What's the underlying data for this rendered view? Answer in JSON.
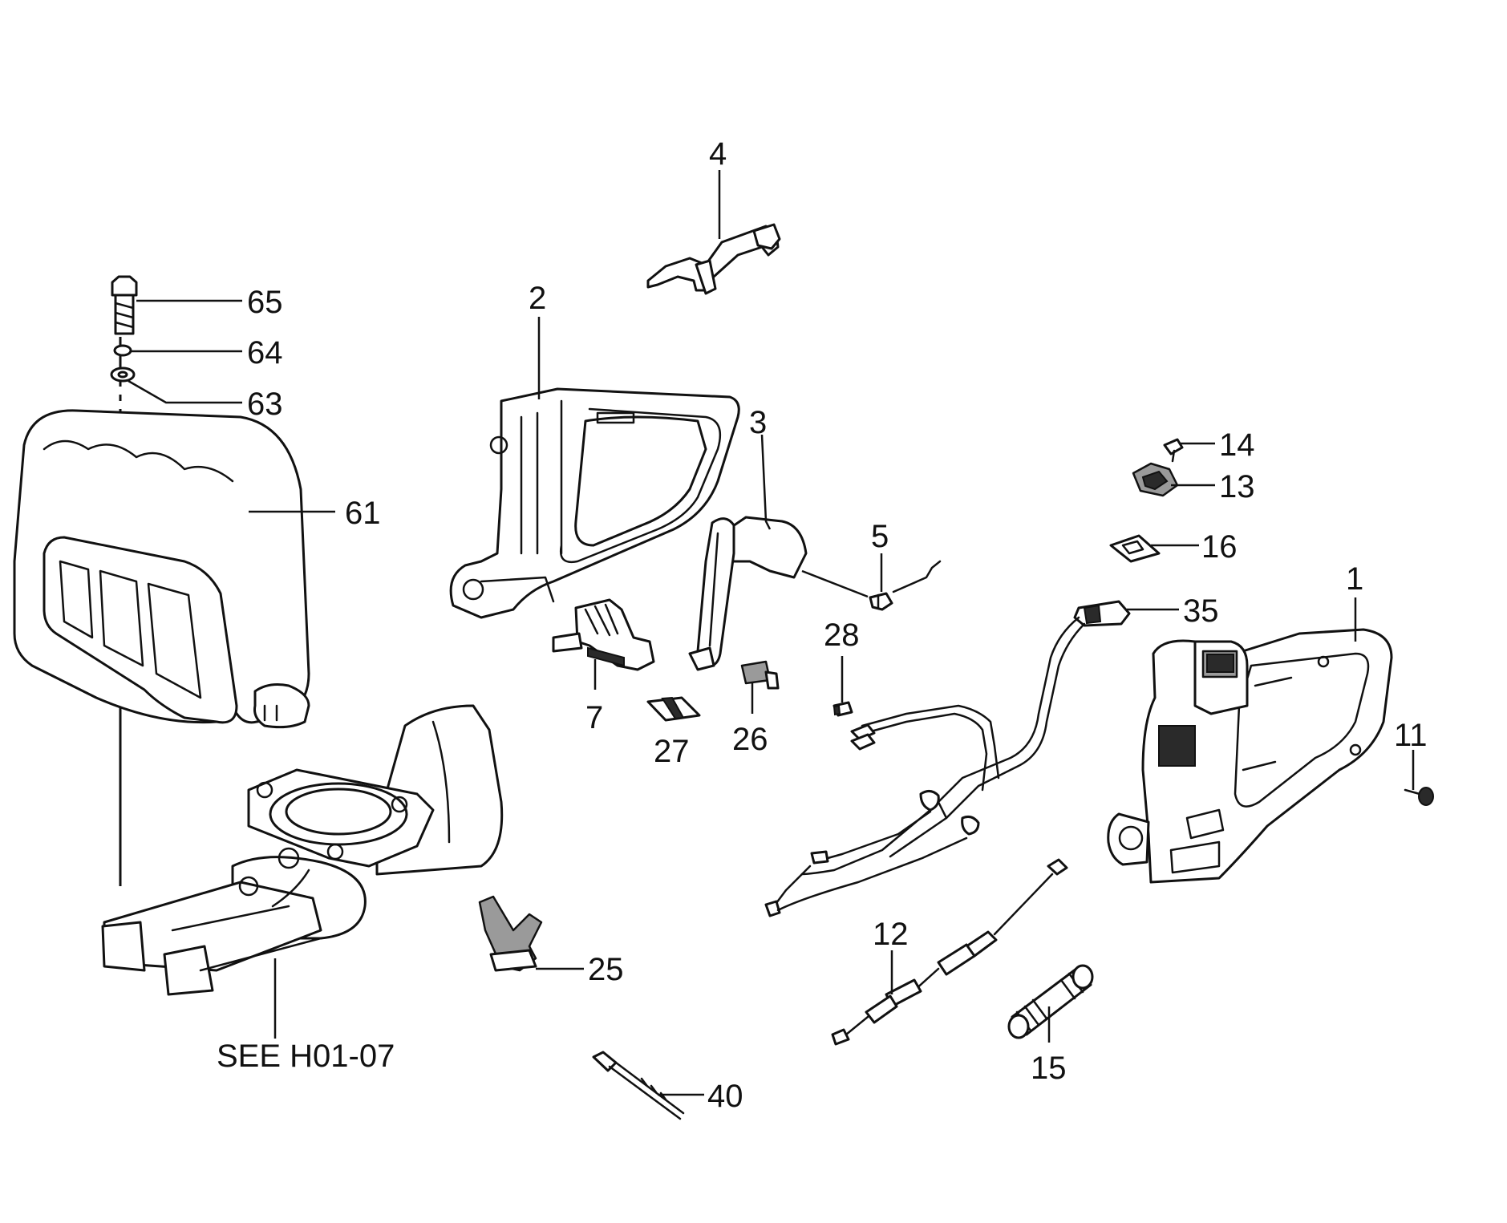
{
  "diagram": {
    "note_label": "SEE H01-07",
    "callouts": {
      "p1": "1",
      "p2": "2",
      "p3": "3",
      "p4": "4",
      "p5": "5",
      "p7": "7",
      "p11": "11",
      "p12": "12",
      "p13": "13",
      "p14": "14",
      "p15": "15",
      "p16": "16",
      "p25": "25",
      "p26": "26",
      "p27": "27",
      "p28": "28",
      "p35": "35",
      "p40": "40",
      "p61": "61",
      "p63": "63",
      "p64": "64",
      "p65": "65"
    }
  }
}
